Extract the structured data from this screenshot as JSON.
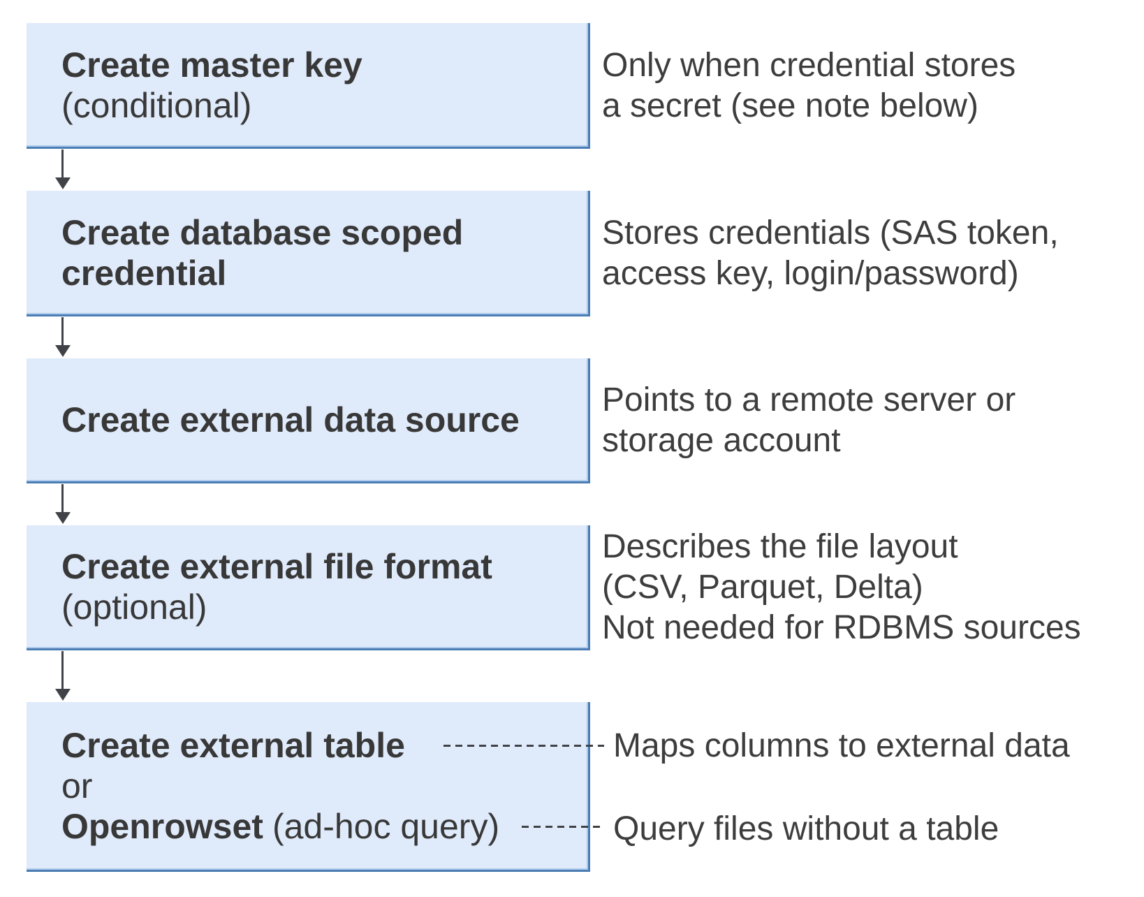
{
  "colors": {
    "box_fill": "#dfeafa",
    "box_border": "#4b7db4",
    "arrow": "#3f4347",
    "text": "#383838",
    "background": "#ffffff"
  },
  "steps": [
    {
      "title": "Create master key",
      "qualifier": "(conditional)",
      "note_line1": "Only when credential stores",
      "note_line2": "a secret (see note below)"
    },
    {
      "title": "Create database scoped credential",
      "note_line1": "Stores credentials (SAS token,",
      "note_line2": "access key, login/password)"
    },
    {
      "title": "Create external data source",
      "note_line1": "Points to a remote server or",
      "note_line2": "storage account"
    },
    {
      "title": "Create external file format",
      "qualifier": "(optional)",
      "note_line1": "Describes the file layout",
      "note_line2": "(CSV, Parquet, Delta)",
      "note_line3": "Not needed for RDBMS sources"
    },
    {
      "title": "Create external table",
      "or_label": "or",
      "alt_title": "Openrowset",
      "alt_qualifier": "(ad-hoc query)",
      "note_table": "Maps columns to external data",
      "note_openrowset": "Query files without a table"
    }
  ]
}
